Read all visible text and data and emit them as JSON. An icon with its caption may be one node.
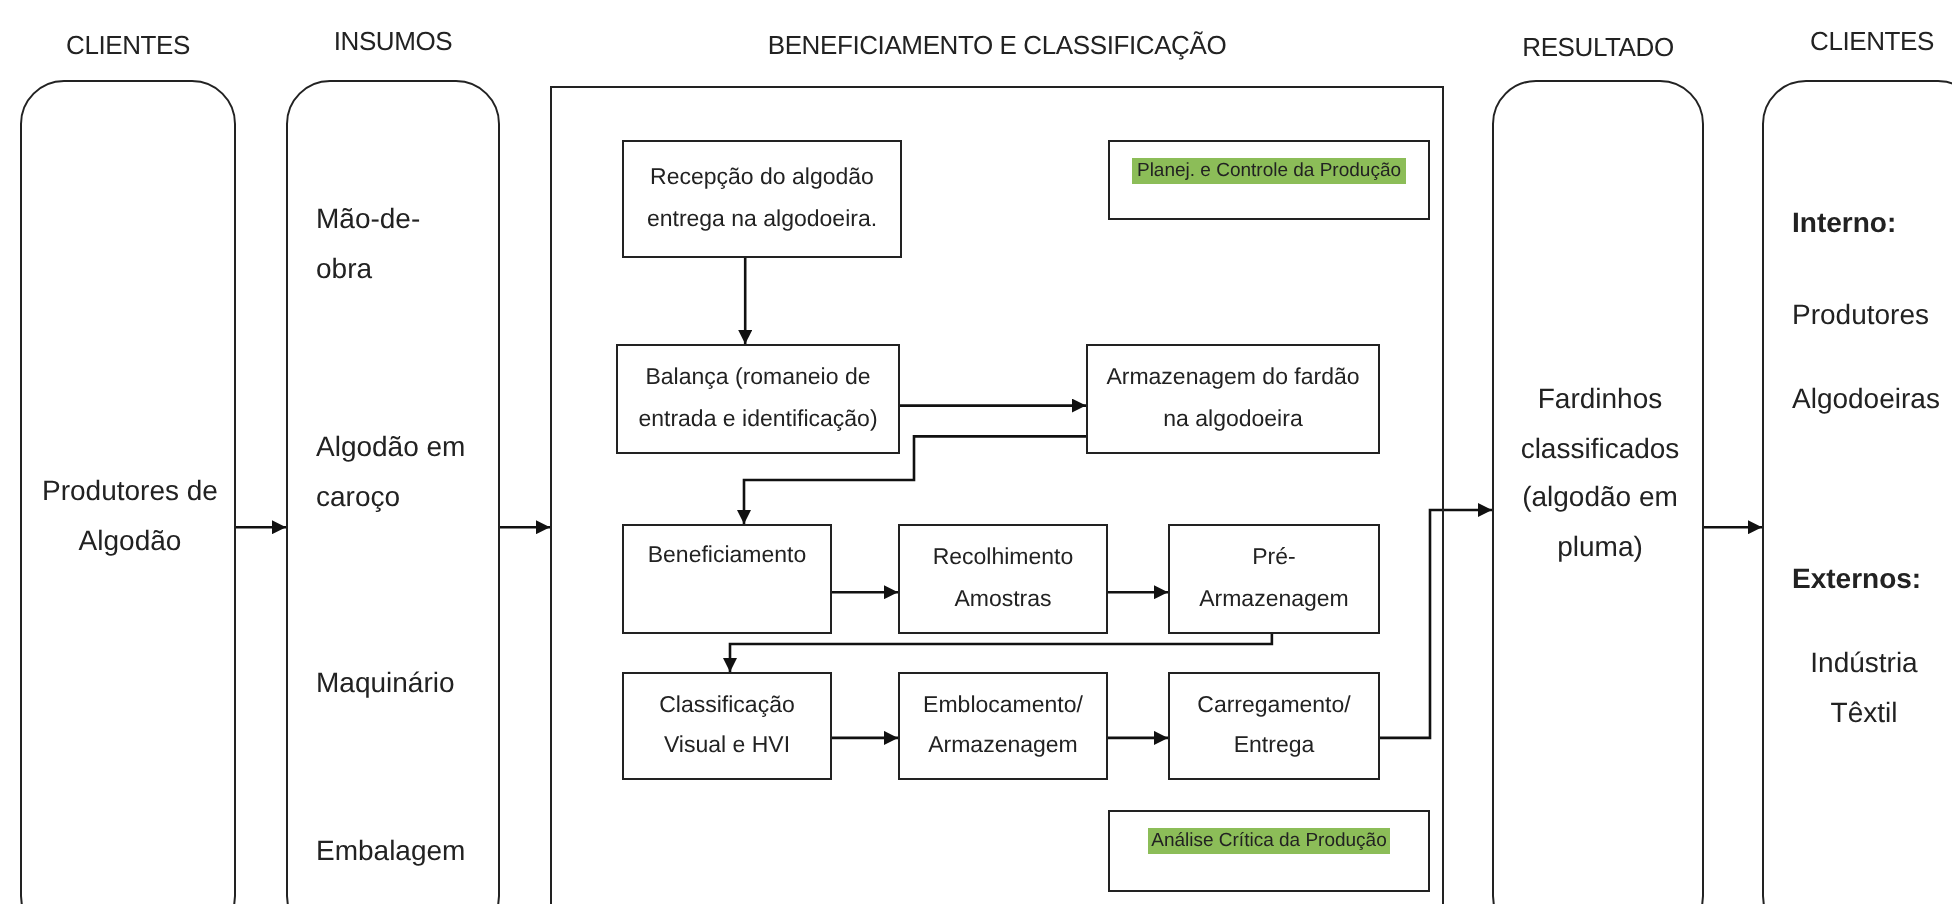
{
  "diagram": {
    "nodes": [
      {
        "text": [
          "CLIENTES",
          "Produtores de Algodão"
        ]
      },
      {
        "text": [
          "INSUMOS",
          "Mão-de-obra",
          "Algodão em caroço",
          "Maquinário",
          "Embalagem"
        ]
      },
      {
        "text": [
          "BENEFICIAMENTO E CLASSIFICAÇÃO"
        ]
      },
      {
        "text": [
          "Recepção do algodão entrega na algodoeira."
        ],
        "in": 2
      },
      {
        "text": [
          "Planej. e Controle da Produção"
        ],
        "in": 2
      },
      {
        "text": [
          "Balança (romaneio de entrada e identificação)"
        ],
        "in": 2
      },
      {
        "text": [
          "Armazenagem do fardão na algodoeira"
        ],
        "in": 2
      },
      {
        "text": [
          "Beneficiamento"
        ],
        "in": 2
      },
      {
        "text": [
          "Recolhimento Amostras"
        ],
        "in": 2
      },
      {
        "text": [
          "Pré-Armazenagem"
        ],
        "in": 2
      },
      {
        "text": [
          "Classificação Visual e HVI"
        ],
        "in": 2
      },
      {
        "text": [
          "Emblocamento/ Armazenagem"
        ],
        "in": 2
      },
      {
        "text": [
          "Carregamento/ Entrega"
        ],
        "in": 2
      },
      {
        "text": [
          "Análise Crítica da Produção"
        ],
        "in": 2
      },
      {
        "text": [
          "RESULTADO",
          "Fardinhos classificados (algodão em pluma)"
        ]
      },
      {
        "text": [
          "CLIENTES",
          "Interno:",
          "Produtores",
          "Algodoeiras",
          "Externos:",
          "Indústria Têxtil"
        ]
      }
    ],
    "edges": [
      {
        "from": 0,
        "to": 1,
        "arrow": "to"
      },
      {
        "from": 1,
        "to": 2,
        "arrow": "to"
      },
      {
        "from": 3,
        "to": 5,
        "arrow": "to"
      },
      {
        "from": 5,
        "to": 6,
        "arrow": "to"
      },
      {
        "from": 6,
        "to": 7,
        "arrow": "to"
      },
      {
        "from": 7,
        "to": 8,
        "arrow": "to"
      },
      {
        "from": 8,
        "to": 9,
        "arrow": "to"
      },
      {
        "from": 9,
        "to": 10,
        "arrow": "to"
      },
      {
        "from": 10,
        "to": 11,
        "arrow": "to"
      },
      {
        "from": 11,
        "to": 12,
        "arrow": "to"
      },
      {
        "from": 12,
        "to": 14,
        "arrow": "to"
      },
      {
        "from": 14,
        "to": 15,
        "arrow": "to"
      }
    ]
  }
}
